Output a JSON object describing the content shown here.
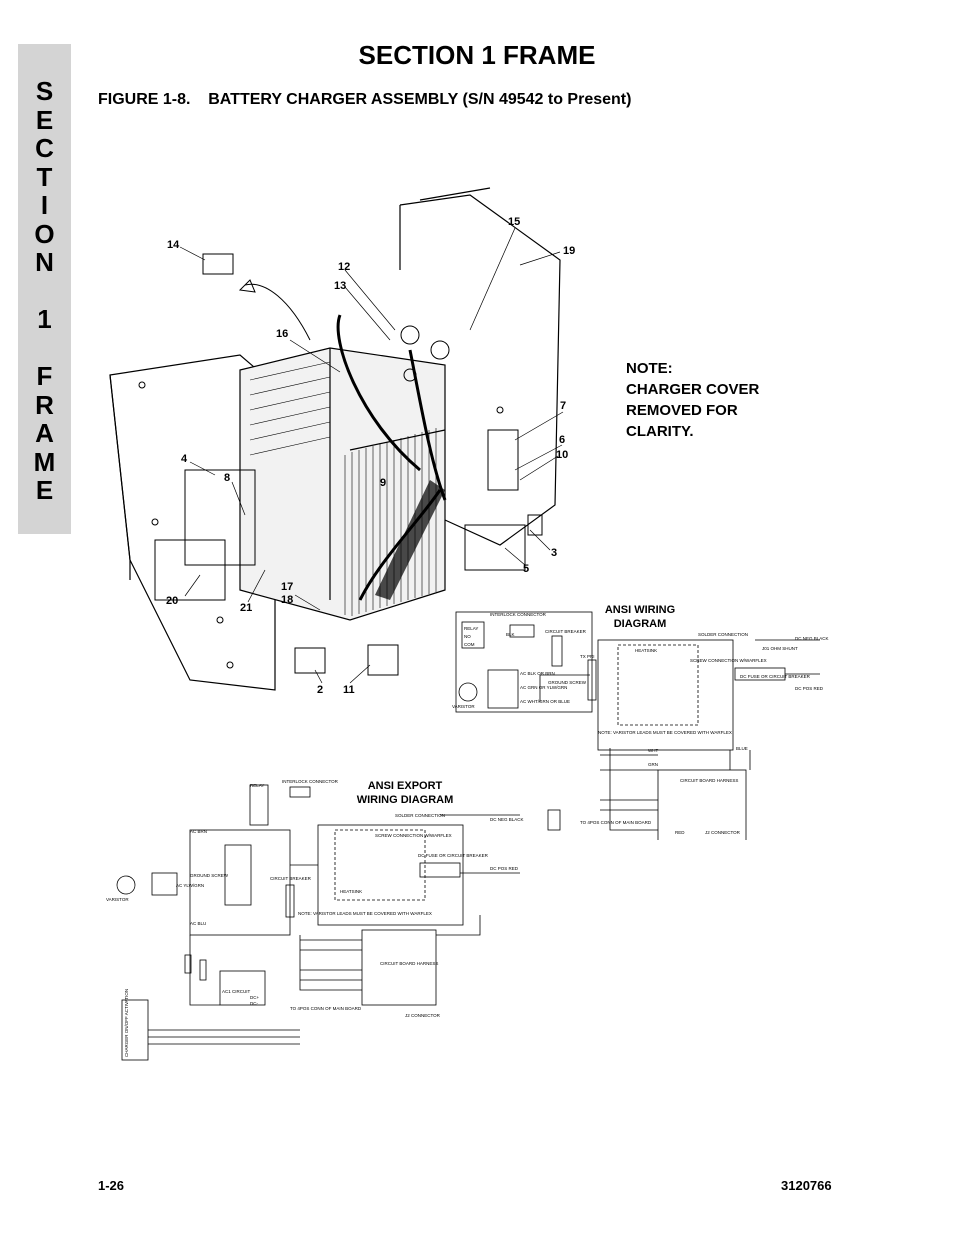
{
  "side_tab": {
    "letters": [
      "S",
      "E",
      "C",
      "T",
      "I",
      "O",
      "N",
      "",
      "1",
      "",
      "F",
      "R",
      "A",
      "M",
      "E"
    ]
  },
  "section_title": "SECTION 1  FRAME",
  "figure_title": "FIGURE 1-8.    BATTERY CHARGER ASSEMBLY (S/N 49542 to Present)",
  "note": {
    "line1": "NOTE:",
    "line2": "CHARGER COVER",
    "line3": "REMOVED FOR",
    "line4": "CLARITY."
  },
  "callouts": {
    "c14": "14",
    "c15": "15",
    "c19": "19",
    "c12": "12",
    "c13": "13",
    "c16": "16",
    "c7": "7",
    "c6": "6",
    "c10": "10",
    "c4": "4",
    "c8": "8",
    "c9": "9",
    "c3": "3",
    "c5": "5",
    "c20": "20",
    "c21": "21",
    "c17": "17",
    "c18": "18",
    "c2": "2",
    "c11": "11"
  },
  "ansi_diagram": {
    "title_line1": "ANSI WIRING",
    "title_line2": "DIAGRAM",
    "labels": {
      "interlock": "INTERLOCK CONNECTOR",
      "relay": "RELAY",
      "no": "NO",
      "com": "COM",
      "blk": "BLK",
      "circuit_breaker": "CIRCUIT BREAKER",
      "ground_screw": "GROUND SCREW",
      "ac_blk": "AC BLK OR BRN",
      "ac_grn": "AC GRN OR YLW/GRN",
      "ac_wht": "AC WHT/GRN OR BLUE",
      "varistor": "VARISTOR",
      "tx_pri": "TX PRI",
      "solder": "SOLDER CONNECTION",
      "shunt": "J01 OHM SHUNT",
      "dc_neg": "DC NEG BLACK",
      "dc_pos": "DC POS RED",
      "heatsink": "HEATSINK",
      "screw_conn": "SCREW CONNECTION W/WARFLEX",
      "dc_fuse": "DC FUSE OR CIRCUIT BREAKER",
      "note_varistor": "NOTE: VARISTOR LEADS MUST BE COVERED WITH WARFLEX",
      "circuit_board": "CIRCUIT BOARD HARNESS",
      "wht": "WHT",
      "grn": "GRN",
      "blue": "BLUE",
      "to_4pos": "TO 4POS CONN OF MAIN BOARD",
      "connector": "J2 CONNECTOR",
      "red": "RED"
    }
  },
  "ansi_export_diagram": {
    "title_line1": "ANSI EXPORT",
    "title_line2": "WIRING DIAGRAM",
    "labels": {
      "relay": "RELAY",
      "interlock": "INTERLOCK CONNECTOR",
      "ac_brn": "AC BRN",
      "ground_screw": "GROUND SCREW",
      "ac_ylw": "AC YLW/GRN",
      "varistor": "VARISTOR",
      "ac_blu": "AC BLU",
      "circuit_breaker": "CIRCUIT BREAKER",
      "ac1_circuit": "AC1 CIRCUIT",
      "dc_plus": "DC+",
      "dc_minus": "DC-",
      "solder": "SOLDER CONNECTION",
      "dc_neg": "DC NEG BLACK",
      "dc_pos": "DC POS RED",
      "screw_conn": "SCREW CONNECTION W/WARFLEX",
      "dc_fuse": "DC FUSE OR CIRCUIT BREAKER",
      "heatsink": "HEATSINK",
      "note_varistor": "NOTE: VARISTOR LEADS MUST BE COVERED WITH WARFLEX",
      "circuit_board": "CIRCUIT BOARD HARNESS",
      "to_4pos": "TO 4POS CONN OF MAIN BOARD",
      "connector": "J2 CONNECTOR",
      "charger_on": "CHARGER ON/OFF ACTIVATION"
    }
  },
  "footer": {
    "page": "1-26",
    "doc_number": "3120766"
  }
}
